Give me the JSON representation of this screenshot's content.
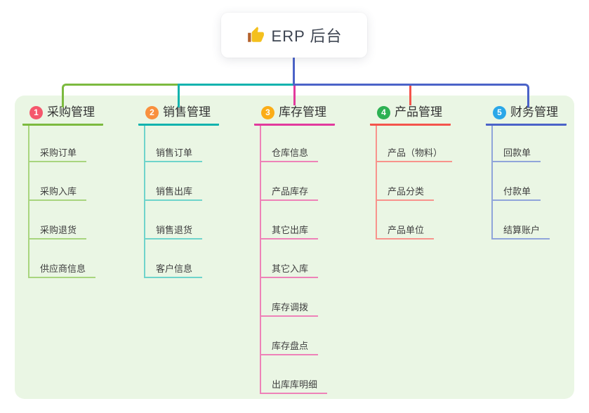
{
  "root": {
    "label": "ERP 后台",
    "icon": "thumbs-up-icon",
    "icon_colors": {
      "hand": "#f4c01e",
      "cuff": "#b5622d"
    }
  },
  "colors": {
    "page_bg": "#ffffff",
    "panel_bg": "#eaf6e4",
    "root_line": "#4b63c8",
    "header_text": "#333333",
    "node_text": "#3f3f3f"
  },
  "branches": [
    {
      "key": "purchase",
      "badge": "1",
      "badge_color": "#f5576c",
      "color": "#7cba3f",
      "child_color": "#a8d57e",
      "label": "采购管理",
      "children": [
        "采购订单",
        "采购入库",
        "采购退货",
        "供应商信息"
      ]
    },
    {
      "key": "sales",
      "badge": "2",
      "badge_color": "#f9903e",
      "color": "#12b3ae",
      "child_color": "#6fd4cb",
      "label": "销售管理",
      "children": [
        "销售订单",
        "销售出库",
        "销售退货",
        "客户信息"
      ]
    },
    {
      "key": "inventory",
      "badge": "3",
      "badge_color": "#fbad17",
      "color": "#e23a9d",
      "child_color": "#ee82b8",
      "label": "库存管理",
      "children": [
        "仓库信息",
        "产品库存",
        "其它出库",
        "其它入库",
        "库存调拨",
        "库存盘点",
        "出库库明细"
      ]
    },
    {
      "key": "product",
      "badge": "4",
      "badge_color": "#2db153",
      "color": "#f4544c",
      "child_color": "#f8938c",
      "label": "产品管理",
      "children": [
        "产品（物料）",
        "产品分类",
        "产品单位"
      ]
    },
    {
      "key": "finance",
      "badge": "5",
      "badge_color": "#2aa7e8",
      "color": "#4b63c8",
      "child_color": "#90a5da",
      "label": "财务管理",
      "children": [
        "回款单",
        "付款单",
        "结算账户"
      ]
    }
  ]
}
